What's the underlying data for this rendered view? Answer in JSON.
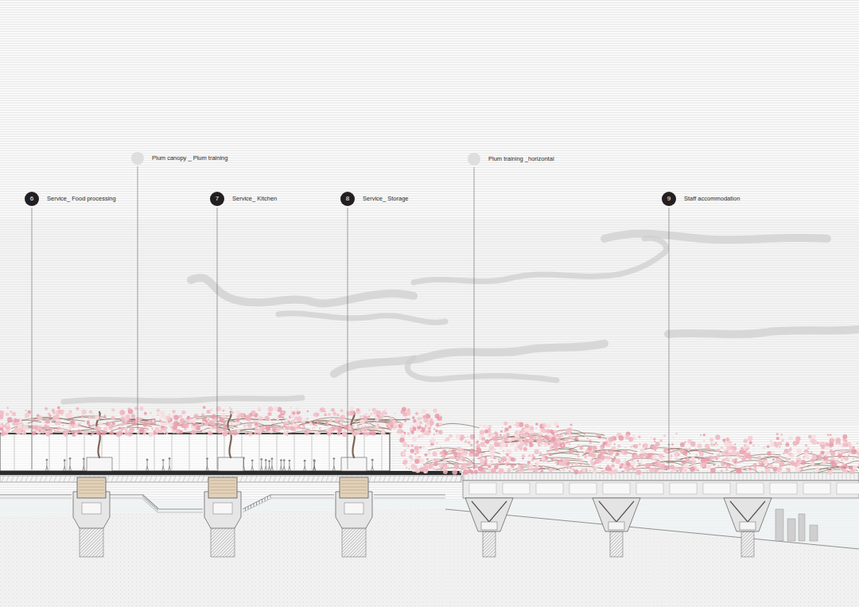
{
  "diagram": {
    "nodes": [
      {
        "text": [
          "Plum canopy _ Plum training"
        ]
      },
      {
        "text": [
          "6",
          "Service_ Food processing"
        ]
      },
      {
        "text": [
          "7",
          "Service_ Kitchen"
        ]
      },
      {
        "text": [
          "8",
          "Service_ Storage"
        ]
      },
      {
        "text": [
          "Plum training _horizontal"
        ]
      },
      {
        "text": [
          "9",
          "Staff accommodation"
        ]
      }
    ]
  }
}
